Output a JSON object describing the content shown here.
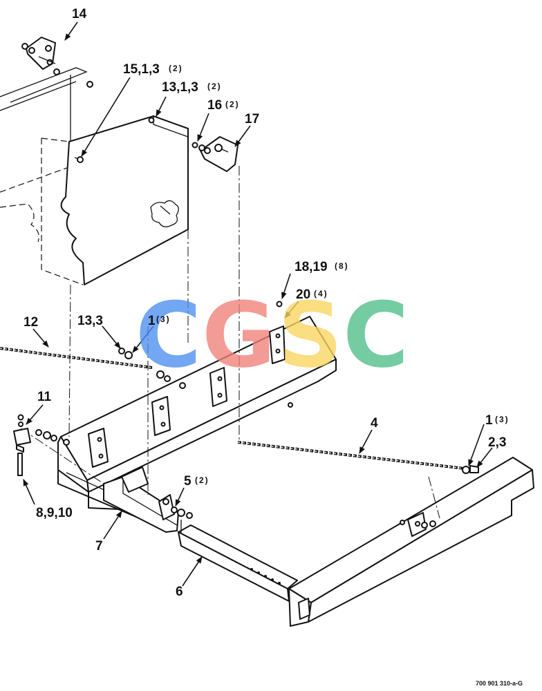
{
  "callouts": [
    {
      "id": "c14",
      "text": "14",
      "qty": ""
    },
    {
      "id": "c15",
      "text": "15,1,3",
      "qty": "(2)"
    },
    {
      "id": "c13a",
      "text": "13,1,3",
      "qty": "(2)"
    },
    {
      "id": "c16",
      "text": "16",
      "qty": "(2)"
    },
    {
      "id": "c17",
      "text": "17",
      "qty": ""
    },
    {
      "id": "c18",
      "text": "18,19",
      "qty": "(8)"
    },
    {
      "id": "c20",
      "text": "20",
      "qty": "(4)"
    },
    {
      "id": "c12",
      "text": "12",
      "qty": ""
    },
    {
      "id": "c13b",
      "text": "13,3",
      "qty": ""
    },
    {
      "id": "c1a",
      "text": "1",
      "qty": "(3)"
    },
    {
      "id": "c11",
      "text": "11",
      "qty": ""
    },
    {
      "id": "c4",
      "text": "4",
      "qty": ""
    },
    {
      "id": "c1b",
      "text": "1",
      "qty": "(3)"
    },
    {
      "id": "c23",
      "text": "2,3",
      "qty": ""
    },
    {
      "id": "c5",
      "text": "5",
      "qty": "(2)"
    },
    {
      "id": "c8",
      "text": "8,9,10",
      "qty": ""
    },
    {
      "id": "c7",
      "text": "7",
      "qty": ""
    },
    {
      "id": "c6",
      "text": "6",
      "qty": ""
    }
  ],
  "drawing_code": "700 901 310-a-G",
  "watermark": {
    "letters": [
      "C",
      "G",
      "S",
      "C"
    ],
    "colors": [
      "#4c8ff0",
      "#f07f78",
      "#f9d55e",
      "#4fbe88"
    ]
  }
}
